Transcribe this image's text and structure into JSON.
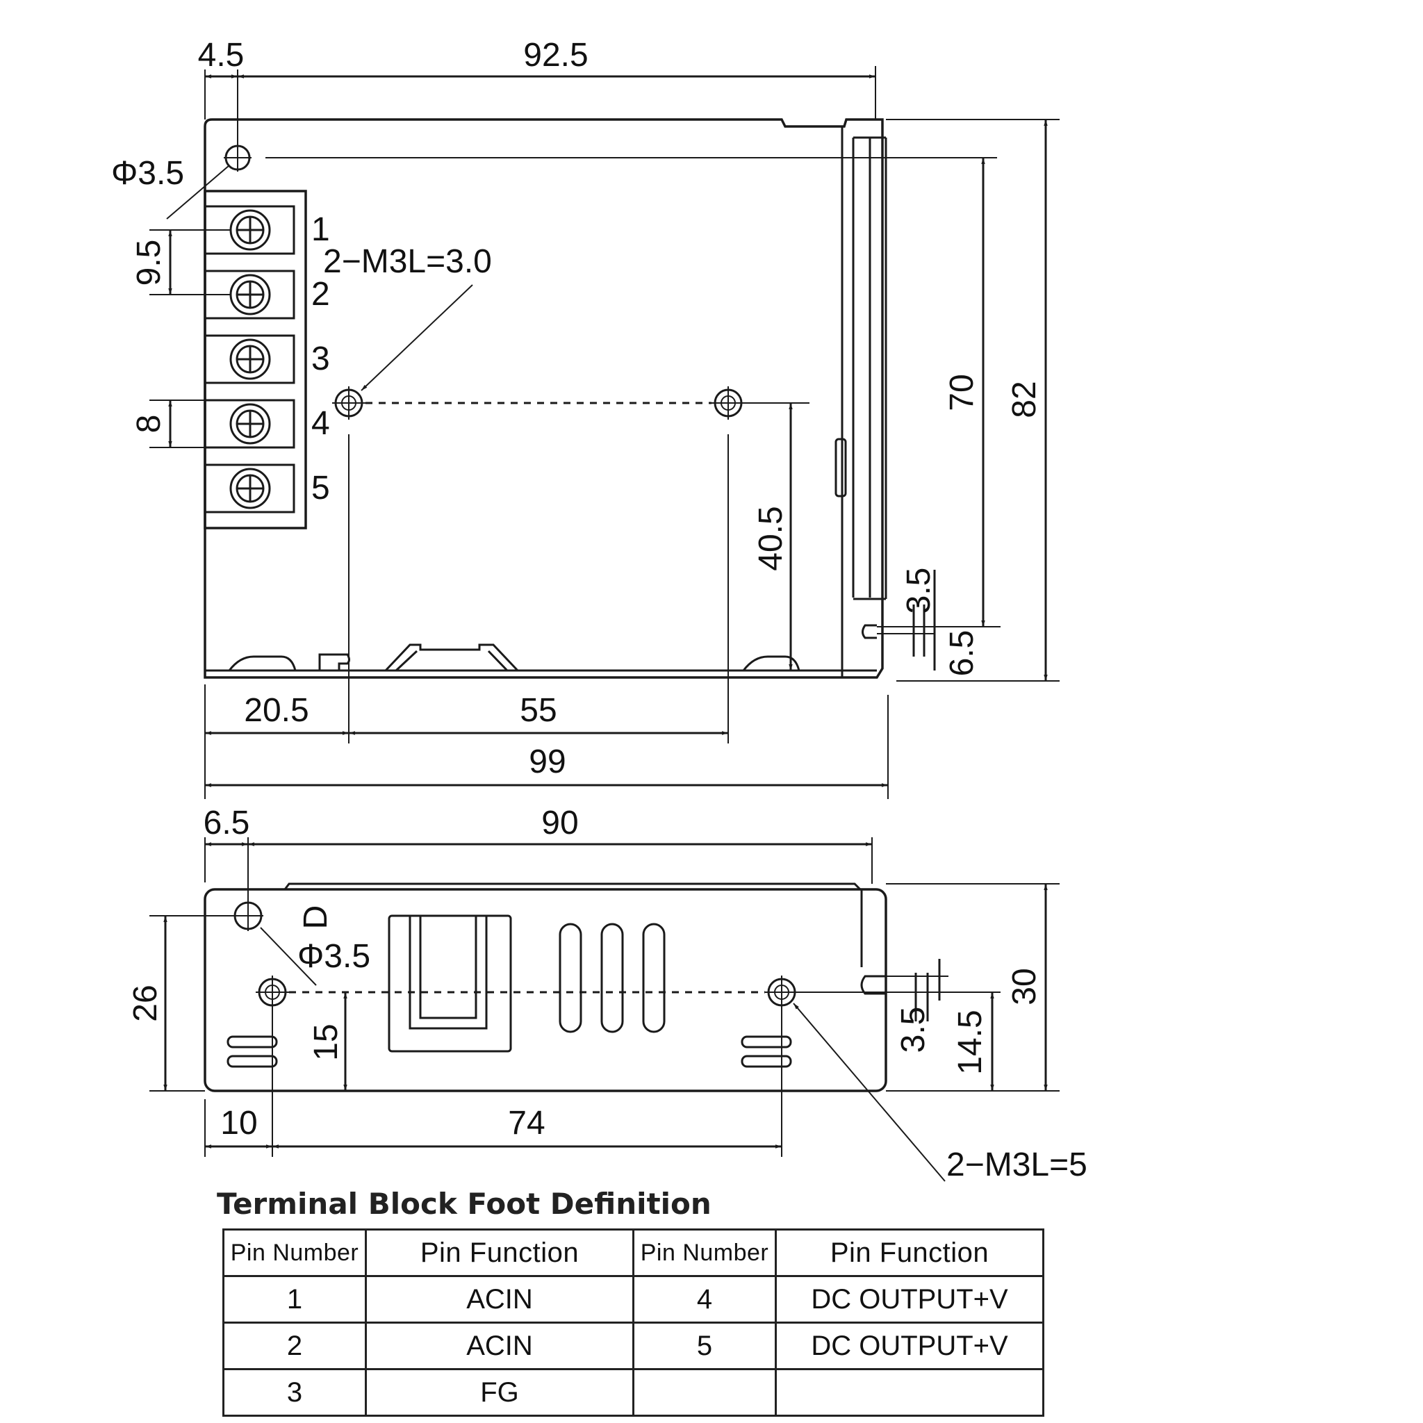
{
  "top_view": {
    "dims": {
      "d_4_5": "4.5",
      "d_92_5": "92.5",
      "hole_dia": "Φ3.5",
      "pitch": "9.5",
      "terminal_h": "8",
      "mount": "2−M3L=3.0",
      "d_70": "70",
      "d_82": "82",
      "d_40_5": "40.5",
      "d_3_5": "3.5",
      "d_6_5": "6.5",
      "d_20_5": "20.5",
      "d_55": "55",
      "d_99": "99"
    },
    "terminal_numbers": [
      "1",
      "2",
      "3",
      "4",
      "5"
    ]
  },
  "side_view": {
    "dims": {
      "d_6_5": "6.5",
      "d_90": "90",
      "hole_dia": "Φ3.5",
      "marker": "D",
      "d_26": "26",
      "d_15": "15",
      "d_3_5": "3.5",
      "d_14_5": "14.5",
      "d_30": "30",
      "d_10": "10",
      "d_74": "74",
      "mount": "2−M3L=5"
    }
  },
  "table": {
    "title": "Terminal Block Foot Definition",
    "headers": [
      "Pin Number",
      "Pin Function",
      "Pin Number",
      "Pin Function"
    ],
    "rows": [
      [
        "1",
        "ACIN",
        "4",
        "DC OUTPUT+V"
      ],
      [
        "2",
        "ACIN",
        "5",
        "DC OUTPUT+V"
      ],
      [
        "3",
        "FG",
        "",
        ""
      ]
    ]
  }
}
